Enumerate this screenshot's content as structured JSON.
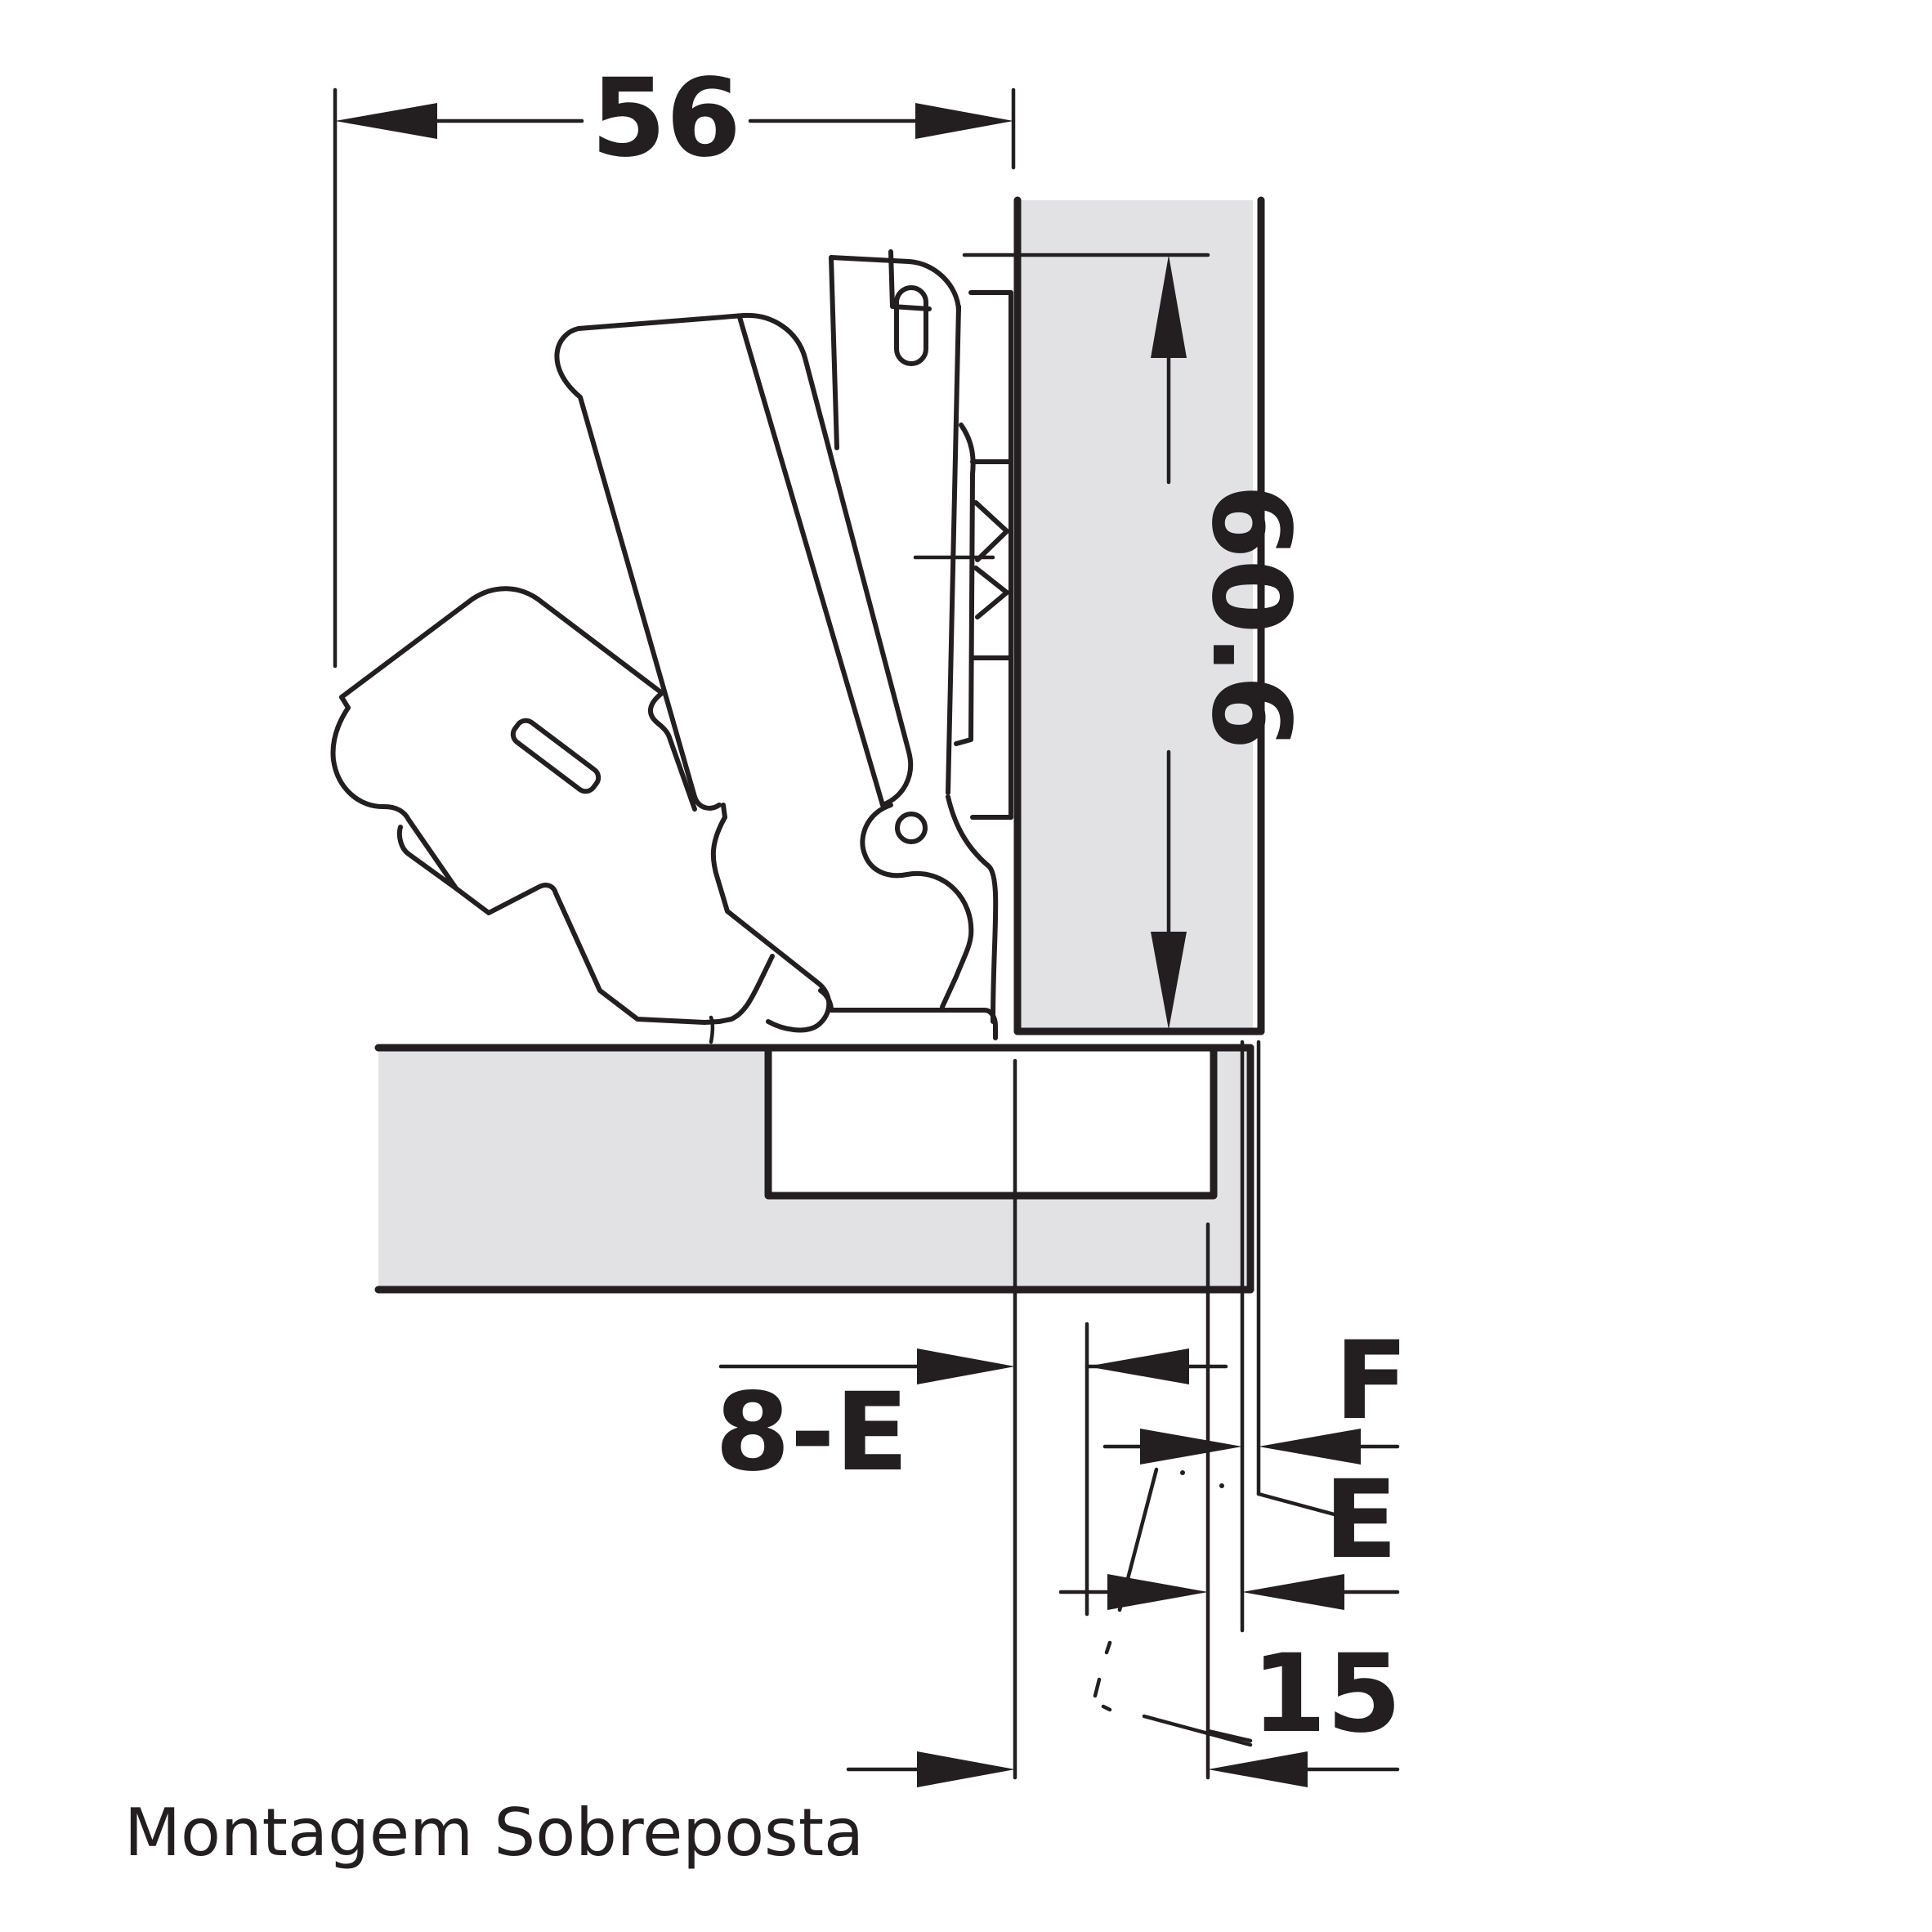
{
  "dimensions": {
    "width_top": "56",
    "height_side": "60.6",
    "overlay_left": "8-E",
    "gap_f": "F",
    "gap_e": "E",
    "distance_15": "15"
  },
  "caption": "Montagem Sobreposta",
  "colors": {
    "line": "#231f20",
    "panel_fill": "#e2e2e4",
    "background": "#ffffff"
  }
}
